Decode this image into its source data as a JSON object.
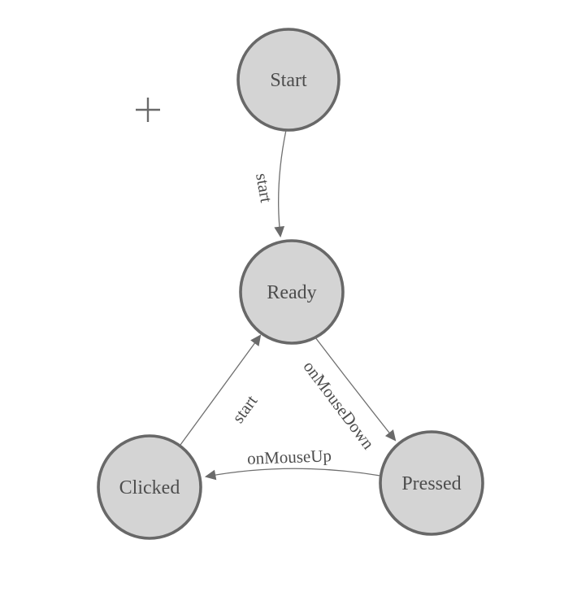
{
  "colors": {
    "background": "#ffffff",
    "node_fill": "#d4d4d4",
    "node_stroke": "#686868",
    "edge_stroke": "#6f6f6f",
    "arrowhead_fill": "#6a6a6a",
    "label_color": "#4d4d4d",
    "crosshair_color": "#6a6a6a"
  },
  "nodes": [
    {
      "id": "start",
      "label": "Start"
    },
    {
      "id": "ready",
      "label": "Ready"
    },
    {
      "id": "clicked",
      "label": "Clicked"
    },
    {
      "id": "pressed",
      "label": "Pressed"
    }
  ],
  "edges": [
    {
      "from": "Start",
      "to": "Ready",
      "label": "start"
    },
    {
      "from": "Ready",
      "to": "Pressed",
      "label": "onMouseDown"
    },
    {
      "from": "Pressed",
      "to": "Clicked",
      "label": "onMouseUp"
    },
    {
      "from": "Clicked",
      "to": "Ready",
      "label": "start"
    }
  ],
  "icons": {
    "crosshair": "plus-crosshair"
  }
}
